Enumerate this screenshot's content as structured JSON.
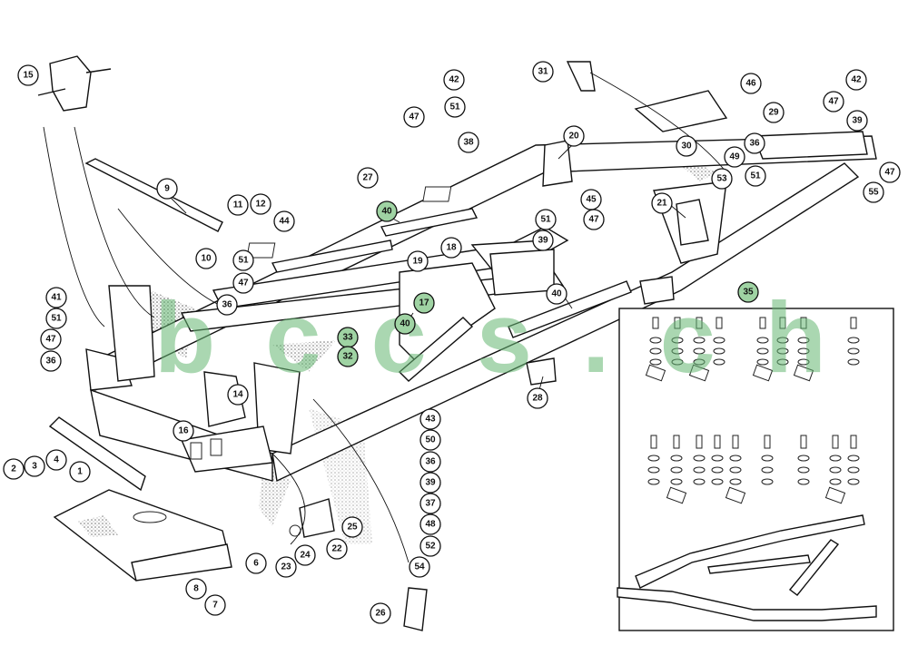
{
  "diagram": {
    "watermark": "b c c s . c h",
    "inset_label": "35",
    "callouts": [
      {
        "label": "15"
      },
      {
        "label": "9"
      },
      {
        "label": "10"
      },
      {
        "label": "11"
      },
      {
        "label": "12"
      },
      {
        "label": "44"
      },
      {
        "label": "51"
      },
      {
        "label": "47"
      },
      {
        "label": "36"
      },
      {
        "label": "41"
      },
      {
        "label": "51"
      },
      {
        "label": "47"
      },
      {
        "label": "36"
      },
      {
        "label": "27"
      },
      {
        "label": "47"
      },
      {
        "label": "51"
      },
      {
        "label": "42"
      },
      {
        "label": "38"
      },
      {
        "label": "40"
      },
      {
        "label": "19"
      },
      {
        "label": "18"
      },
      {
        "label": "17"
      },
      {
        "label": "40"
      },
      {
        "label": "33"
      },
      {
        "label": "32"
      },
      {
        "label": "40"
      },
      {
        "label": "31"
      },
      {
        "label": "20"
      },
      {
        "label": "45"
      },
      {
        "label": "51"
      },
      {
        "label": "47"
      },
      {
        "label": "39"
      },
      {
        "label": "21"
      },
      {
        "label": "46"
      },
      {
        "label": "29"
      },
      {
        "label": "30"
      },
      {
        "label": "36"
      },
      {
        "label": "49"
      },
      {
        "label": "51"
      },
      {
        "label": "53"
      },
      {
        "label": "42"
      },
      {
        "label": "47"
      },
      {
        "label": "39"
      },
      {
        "label": "47"
      },
      {
        "label": "55"
      },
      {
        "label": "35"
      },
      {
        "label": "28"
      },
      {
        "label": "14"
      },
      {
        "label": "16"
      },
      {
        "label": "43"
      },
      {
        "label": "50"
      },
      {
        "label": "36"
      },
      {
        "label": "39"
      },
      {
        "label": "37"
      },
      {
        "label": "48"
      },
      {
        "label": "52"
      },
      {
        "label": "54"
      },
      {
        "label": "25"
      },
      {
        "label": "22"
      },
      {
        "label": "24"
      },
      {
        "label": "23"
      },
      {
        "label": "26"
      },
      {
        "label": "2"
      },
      {
        "label": "3"
      },
      {
        "label": "4"
      },
      {
        "label": "1"
      },
      {
        "label": "6"
      },
      {
        "label": "8"
      },
      {
        "label": "7"
      }
    ]
  }
}
